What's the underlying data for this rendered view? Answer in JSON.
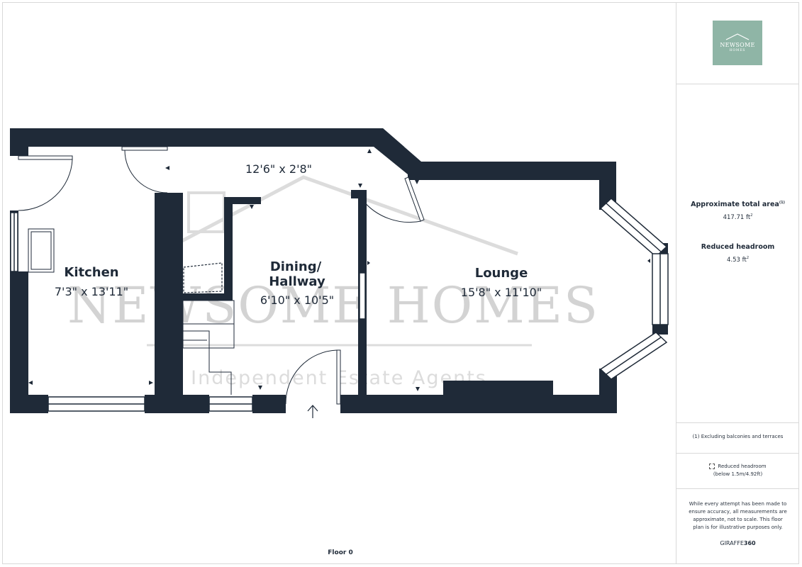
{
  "branding": {
    "logo_name": "NEWSOME",
    "logo_sub": "HOMES",
    "watermark_title": "NEWSOME HOMES",
    "watermark_subtitle": "Independent Estate Agents",
    "software": "GIRAFFE",
    "software_suffix": "360"
  },
  "summary": {
    "total_area_label": "Approximate total area",
    "total_area_note_ref": "(1)",
    "total_area_value": "417.71 ft",
    "reduced_headroom_label": "Reduced headroom",
    "reduced_headroom_value": "4.53 ft",
    "area_unit_sup": "2"
  },
  "notes": {
    "footnote": "(1) Excluding balconies and terraces",
    "legend_label": "Reduced headroom",
    "legend_detail": "(below 1.5m/4.92ft)",
    "disclaimer_1": "While every attempt has been made to",
    "disclaimer_2": "ensure accuracy, all measurements are",
    "disclaimer_3": "approximate, not to scale. This floor",
    "disclaimer_4": "plan is for illustrative purposes only."
  },
  "floor_label": "Floor 0",
  "rooms": {
    "kitchen": {
      "name": "Kitchen",
      "dims": "7'3\" x 13'11\""
    },
    "dining": {
      "name_line1": "Dining/",
      "name_line2": "Hallway",
      "dims": "6'10\" x 10'5\""
    },
    "lounge": {
      "name": "Lounge",
      "dims": "15'8\" x 11'10\""
    },
    "hall": {
      "dims": "12'6\" x 2'8\""
    }
  },
  "colors": {
    "wall": "#1f2a38",
    "logo_bg": "#8fb5a6",
    "watermark": "#d3d3d3"
  }
}
